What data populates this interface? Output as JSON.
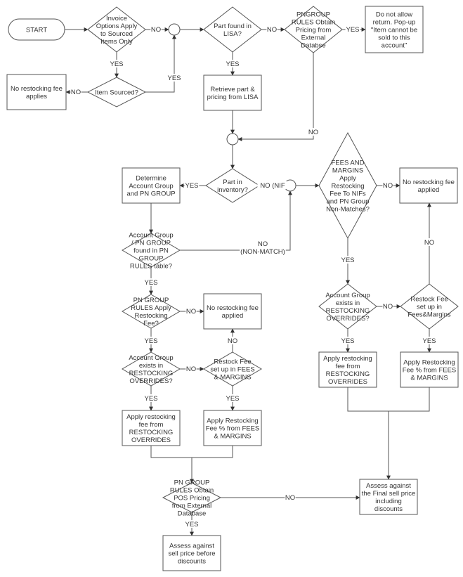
{
  "diagram": {
    "colors": {
      "stroke": "#555555",
      "text": "#333333",
      "background": "#ffffff"
    },
    "nodes": {
      "start": {
        "type": "terminator",
        "lines": [
          "START"
        ]
      },
      "invoice_options": {
        "type": "decision",
        "lines": [
          "Invoice",
          "Options Apply",
          "to Sourced",
          "Items Only"
        ]
      },
      "item_sourced": {
        "type": "decision",
        "lines": [
          "Item Sourced?"
        ]
      },
      "no_fee_applies": {
        "type": "process",
        "lines": [
          "No restocking fee",
          "applies"
        ]
      },
      "merge_1": {
        "type": "connector",
        "lines": []
      },
      "part_found_lisa": {
        "type": "decision",
        "lines": [
          "Part found in",
          "LISA?"
        ]
      },
      "pngroup_obtain_pricing": {
        "type": "decision",
        "lines": [
          "PNGROUP",
          "RULES Obtain",
          "Pricing from",
          "External",
          "Databse"
        ]
      },
      "do_not_allow": {
        "type": "process",
        "lines": [
          "Do not allow",
          "return. Pop-up",
          "\"Item cannot be",
          "sold to this",
          "account\""
        ]
      },
      "retrieve_lisa": {
        "type": "process",
        "lines": [
          "Retrieve part &",
          "pricing from LISA"
        ]
      },
      "merge_2": {
        "type": "connector",
        "lines": []
      },
      "part_in_inventory": {
        "type": "decision",
        "lines": [
          "Part in",
          "inventory?"
        ]
      },
      "determine_group": {
        "type": "process",
        "lines": [
          "Determine",
          "Account Group",
          "and PN GROUP"
        ]
      },
      "merge_3": {
        "type": "connector",
        "lines": []
      },
      "fees_margins_nif": {
        "type": "decision",
        "lines": [
          "FEES AND",
          "MARGINS",
          "Apply",
          "Restocking",
          "Fee To NIFs",
          "and PN Group",
          "Non-Matches?"
        ]
      },
      "no_fee_applied_right": {
        "type": "process",
        "lines": [
          "No restocking fee",
          "applied"
        ]
      },
      "group_found_rules": {
        "type": "decision",
        "lines": [
          "Account Group",
          "/ PN GROUP",
          "found in PN",
          "GROUP",
          "RULES table?"
        ]
      },
      "pn_rules_apply_fee": {
        "type": "decision",
        "lines": [
          "PN GROUP",
          "RULES Apply",
          "Restocking",
          "Fee?"
        ]
      },
      "no_fee_applied_mid": {
        "type": "process",
        "lines": [
          "No restocking fee",
          "applied"
        ]
      },
      "overrides_left": {
        "type": "decision",
        "lines": [
          "Account Group",
          "exists in",
          "RESTOCKING",
          "OVERRIDES?"
        ]
      },
      "restock_fee_fm_left": {
        "type": "decision",
        "lines": [
          "Restock Fee",
          "set up in FEES",
          "& MARGINS"
        ]
      },
      "apply_overrides_left": {
        "type": "process",
        "lines": [
          "Apply restocking",
          "fee from",
          "RESTOCKING",
          "OVERRIDES"
        ]
      },
      "apply_fm_left": {
        "type": "process",
        "lines": [
          "Apply Restocking",
          "Fee % from FEES",
          "& MARGINS"
        ]
      },
      "overrides_right": {
        "type": "decision",
        "lines": [
          "Account Group",
          "exists in",
          "RESTOCKING",
          "OVERRIDES?"
        ]
      },
      "restock_fee_fm_right": {
        "type": "decision",
        "lines": [
          "Restock Fee",
          "set up in",
          "Fees&Margins"
        ]
      },
      "apply_overrides_right": {
        "type": "process",
        "lines": [
          "Apply restocking",
          "fee from",
          "RESTOCKING",
          "OVERRIDES"
        ]
      },
      "apply_fm_right": {
        "type": "process",
        "lines": [
          "Apply Restocking",
          "Fee % from FEES",
          "& MARGINS"
        ]
      },
      "pos_pricing": {
        "type": "decision",
        "lines": [
          "PN GROUP",
          "RULES Obtain",
          "POS Pricing",
          "from External",
          "Database"
        ]
      },
      "assess_before_discounts": {
        "type": "process",
        "lines": [
          "Assess against",
          "sell price before",
          "discounts"
        ]
      },
      "assess_final": {
        "type": "process",
        "lines": [
          "Assess against",
          "the Final sell price",
          "including",
          "discounts"
        ]
      }
    },
    "edges": [
      {
        "from": "start",
        "to": "invoice_options",
        "label": ""
      },
      {
        "from": "invoice_options",
        "to": "merge_1",
        "label": "NO"
      },
      {
        "from": "invoice_options",
        "to": "item_sourced",
        "label": "YES"
      },
      {
        "from": "item_sourced",
        "to": "no_fee_applies",
        "label": "NO"
      },
      {
        "from": "item_sourced",
        "to": "merge_1",
        "label": "YES"
      },
      {
        "from": "merge_1",
        "to": "part_found_lisa",
        "label": ""
      },
      {
        "from": "part_found_lisa",
        "to": "pngroup_obtain_pricing",
        "label": "NO"
      },
      {
        "from": "part_found_lisa",
        "to": "retrieve_lisa",
        "label": "YES"
      },
      {
        "from": "pngroup_obtain_pricing",
        "to": "do_not_allow",
        "label": "YES"
      },
      {
        "from": "pngroup_obtain_pricing",
        "to": "merge_2",
        "label": "NO"
      },
      {
        "from": "retrieve_lisa",
        "to": "merge_2",
        "label": ""
      },
      {
        "from": "merge_2",
        "to": "part_in_inventory",
        "label": ""
      },
      {
        "from": "part_in_inventory",
        "to": "determine_group",
        "label": "YES"
      },
      {
        "from": "part_in_inventory",
        "to": "merge_3",
        "label": "NO (NIF"
      },
      {
        "from": "determine_group",
        "to": "group_found_rules",
        "label": ""
      },
      {
        "from": "group_found_rules",
        "to": "merge_3",
        "label": "NO\n(NON-MATCH)"
      },
      {
        "from": "merge_3",
        "to": "fees_margins_nif",
        "label": ""
      },
      {
        "from": "fees_margins_nif",
        "to": "no_fee_applied_right",
        "label": "NO"
      },
      {
        "from": "fees_margins_nif",
        "to": "overrides_right",
        "label": "YES"
      },
      {
        "from": "group_found_rules",
        "to": "pn_rules_apply_fee",
        "label": "YES"
      },
      {
        "from": "pn_rules_apply_fee",
        "to": "no_fee_applied_mid",
        "label": "NO"
      },
      {
        "from": "pn_rules_apply_fee",
        "to": "overrides_left",
        "label": "YES"
      },
      {
        "from": "overrides_left",
        "to": "restock_fee_fm_left",
        "label": "NO"
      },
      {
        "from": "overrides_left",
        "to": "apply_overrides_left",
        "label": "YES"
      },
      {
        "from": "restock_fee_fm_left",
        "to": "no_fee_applied_mid",
        "label": "NO"
      },
      {
        "from": "restock_fee_fm_left",
        "to": "apply_fm_left",
        "label": "YES"
      },
      {
        "from": "overrides_right",
        "to": "restock_fee_fm_right",
        "label": "NO"
      },
      {
        "from": "overrides_right",
        "to": "apply_overrides_right",
        "label": "YES"
      },
      {
        "from": "restock_fee_fm_right",
        "to": "no_fee_applied_right",
        "label": "NO"
      },
      {
        "from": "restock_fee_fm_right",
        "to": "apply_fm_right",
        "label": "YES"
      },
      {
        "from": "apply_overrides_left",
        "to": "pos_pricing",
        "label": ""
      },
      {
        "from": "apply_fm_left",
        "to": "pos_pricing",
        "label": ""
      },
      {
        "from": "pos_pricing",
        "to": "assess_final",
        "label": "NO"
      },
      {
        "from": "pos_pricing",
        "to": "assess_before_discounts",
        "label": "YES"
      },
      {
        "from": "apply_overrides_right",
        "to": "assess_final",
        "label": ""
      },
      {
        "from": "apply_fm_right",
        "to": "assess_final",
        "label": ""
      }
    ]
  }
}
